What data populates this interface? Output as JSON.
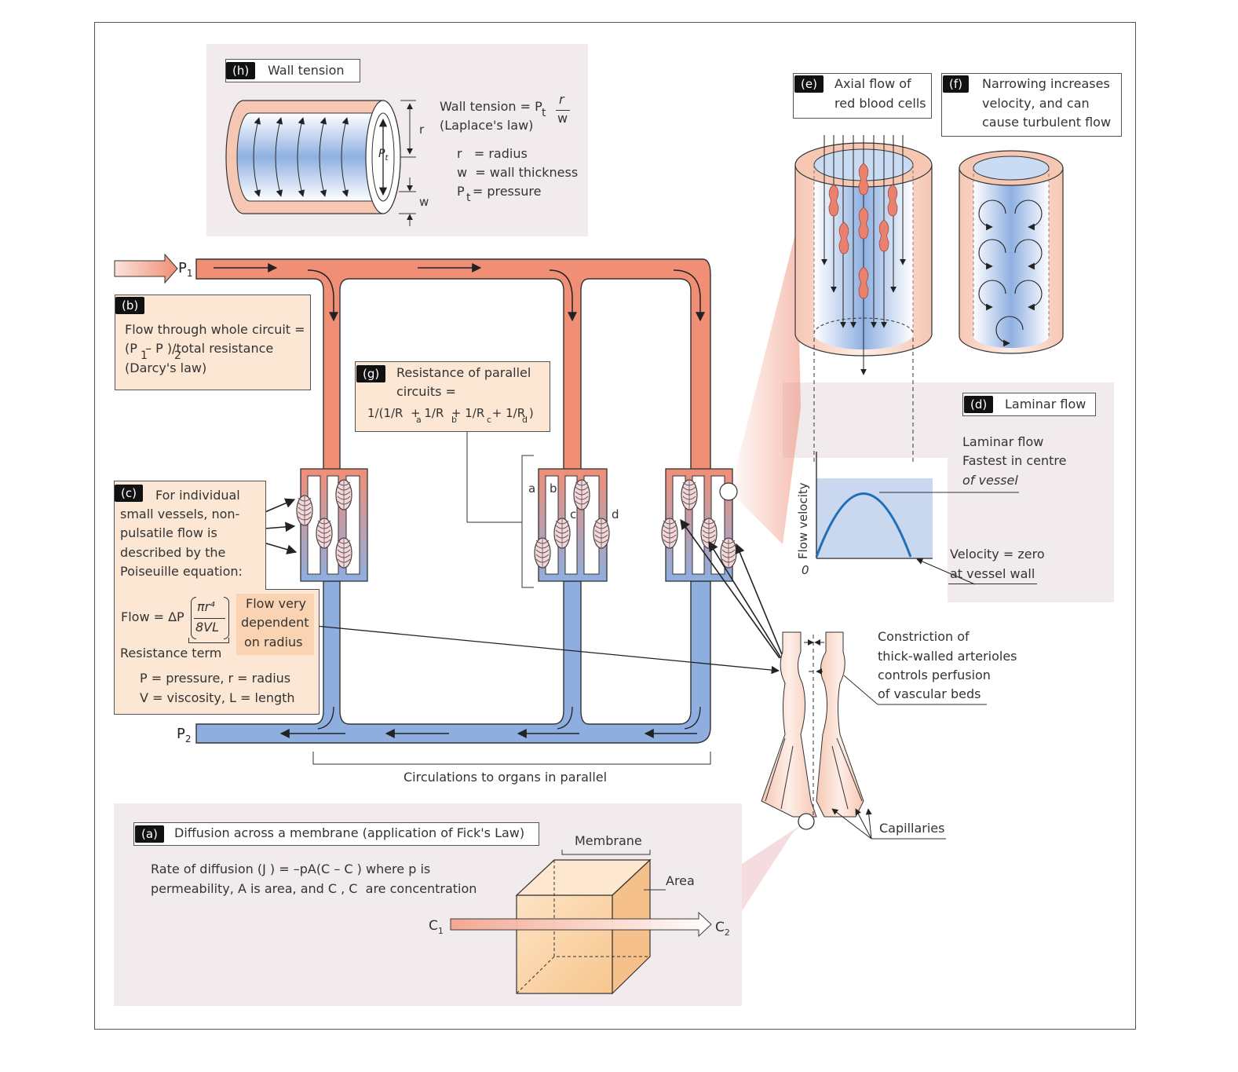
{
  "title": "",
  "colors": {
    "artery": "#f08e76",
    "vein": "#8eaee0",
    "panel_bg": "#f2ebed",
    "box_cream": "#fbe7d3"
  },
  "circuit": {
    "p1": "P",
    "p1_sub": "1",
    "p2": "P",
    "p2_sub": "2",
    "caption": "Circulations to organs in parallel",
    "branch_labels": [
      "a",
      "b",
      "c",
      "d"
    ]
  },
  "panel_h": {
    "tag": "(h)",
    "title": "Wall tension",
    "lines": [
      "Wall tension = P",
      "(Laplace's law)",
      "r   = radius",
      "w  = wall thickness",
      "P  = pressure"
    ],
    "formula_sub": "t",
    "fraction_num": "r",
    "fraction_den": "w",
    "pt_label": "P",
    "pt_sub": "t",
    "r_label": "r",
    "w_label": "w"
  },
  "panel_b": {
    "tag": "(b)",
    "lines": [
      "Flow through whole circuit =",
      "(P  – P )/total resistance",
      "(Darcy's law)"
    ],
    "subs": [
      "1",
      "2"
    ]
  },
  "panel_c": {
    "tag": "(c)",
    "lines": [
      "For individual",
      "small vessels, non-",
      "pulsatile flow is",
      "described by the",
      "Poiseuille equation:"
    ],
    "flow_formula": "Flow = ΔP",
    "fraction_num": "πr⁴",
    "fraction_den": "8VL",
    "resistance_term": "Resistance term",
    "legend_lines": [
      "P = pressure, r = radius",
      "V = viscosity, L = length"
    ],
    "note_lines": [
      "Flow very",
      "dependent",
      "on radius"
    ]
  },
  "panel_g": {
    "tag": "(g)",
    "lines": [
      "Resistance of parallel",
      "circuits ="
    ],
    "formula": "1/(1/R  + 1/R  + 1/R  + 1/R )",
    "subs": [
      "a",
      "b",
      "c",
      "d"
    ]
  },
  "panel_e": {
    "tag": "(e)",
    "lines": [
      "Axial flow of",
      "red blood cells"
    ]
  },
  "panel_f": {
    "tag": "(f)",
    "lines": [
      "Narrowing increases",
      "velocity, and can",
      "cause turbulent flow"
    ]
  },
  "panel_d": {
    "tag": "(d)",
    "title": "Laminar flow",
    "lines": [
      "Laminar flow",
      "Fastest in centre",
      "of vessel"
    ],
    "velocity_lines": [
      "Velocity = zero",
      "at vessel wall"
    ],
    "ylabel": "Flow velocity",
    "origin": "0"
  },
  "arteriole": {
    "lines": [
      "Constriction of",
      "thick-walled arterioles",
      "controls perfusion",
      "of vascular beds"
    ],
    "capillaries": "Capillaries"
  },
  "panel_a": {
    "tag": "(a)",
    "title": "Diffusion across a membrane (application of Fick's Law)",
    "lines": [
      "Rate of diffusion (J ) = –pA(C – C ) where p is",
      "permeability, A is area, and C , C  are concentration"
    ],
    "membrane": "Membrane",
    "area": "Area",
    "c1": "C",
    "c1_sub": "1",
    "c2": "C",
    "c2_sub": "2"
  }
}
